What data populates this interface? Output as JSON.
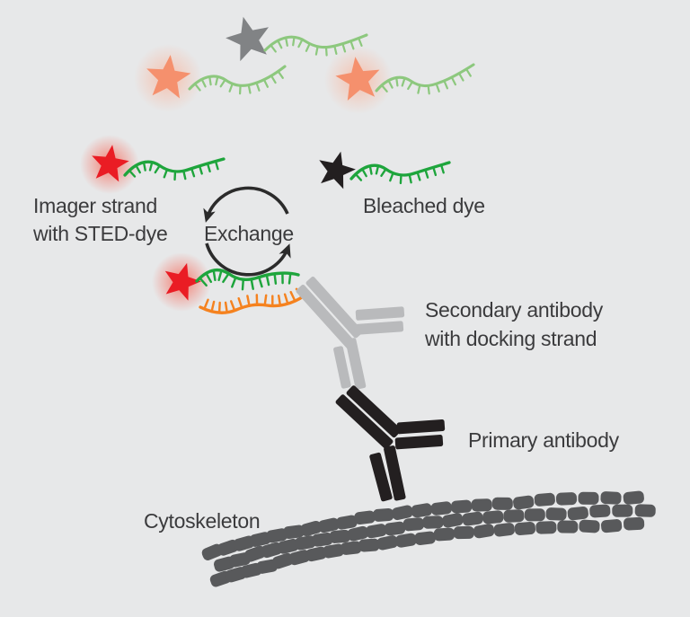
{
  "figure": {
    "title": "DNA exchange labeling scheme with STED dye, antibodies and cytoskeleton"
  },
  "labels": {
    "imager_line1": "Imager strand",
    "imager_line2": "with STED-dye",
    "exchange": "Exchange",
    "bleached": "Bleached dye",
    "secondary_line1": "Secondary antibody",
    "secondary_line2": "with docking strand",
    "primary": "Primary antibody",
    "cytoskeleton": "Cytoskeleton"
  },
  "colors": {
    "background": "#e7e8e9",
    "lightGreen": "#8dc87e",
    "darkGreen": "#1ea53c",
    "orange": "#f5821f",
    "salmon": "#f5906d",
    "salmonGlow": "#f8b8a1",
    "red": "#ea1c24",
    "redGlow": "#f6695a",
    "grayStar": "#818385",
    "black": "#231f20",
    "antibodyGray": "#b9babc",
    "cytoskeleton": "#58595b",
    "arrow": "#2b2b2b",
    "text": "#3b3b3d"
  },
  "elements": [
    {
      "name": "faded-dye-star-gray",
      "kind": "star",
      "color": "grayStar",
      "state": "inactive dye"
    },
    {
      "name": "faded-dye-star-salmon-left",
      "kind": "star",
      "color": "salmon",
      "state": "distant imager"
    },
    {
      "name": "faded-dye-star-salmon-right",
      "kind": "star",
      "color": "salmon",
      "state": "distant imager"
    },
    {
      "name": "sted-dye-star-free",
      "kind": "star",
      "color": "red",
      "state": "active STED dye on free imager strand"
    },
    {
      "name": "bleached-dye-star",
      "kind": "star",
      "color": "black",
      "state": "bleached dye"
    },
    {
      "name": "sted-dye-star-bound",
      "kind": "star",
      "color": "red",
      "state": "active STED dye on bound imager strand"
    },
    {
      "name": "imager-strand-free",
      "kind": "dna-strand",
      "color": "darkGreen"
    },
    {
      "name": "bleached-strand",
      "kind": "dna-strand",
      "color": "darkGreen"
    },
    {
      "name": "imager-strand-bound",
      "kind": "dna-strand",
      "color": "darkGreen"
    },
    {
      "name": "docking-strand",
      "kind": "dna-strand",
      "color": "orange"
    },
    {
      "name": "exchange-arrows",
      "kind": "cycle-arrows",
      "color": "arrow"
    },
    {
      "name": "secondary-antibody",
      "kind": "antibody",
      "color": "antibodyGray"
    },
    {
      "name": "primary-antibody",
      "kind": "antibody",
      "color": "black"
    },
    {
      "name": "cytoskeleton-filament",
      "kind": "filament",
      "color": "cytoskeleton"
    }
  ]
}
